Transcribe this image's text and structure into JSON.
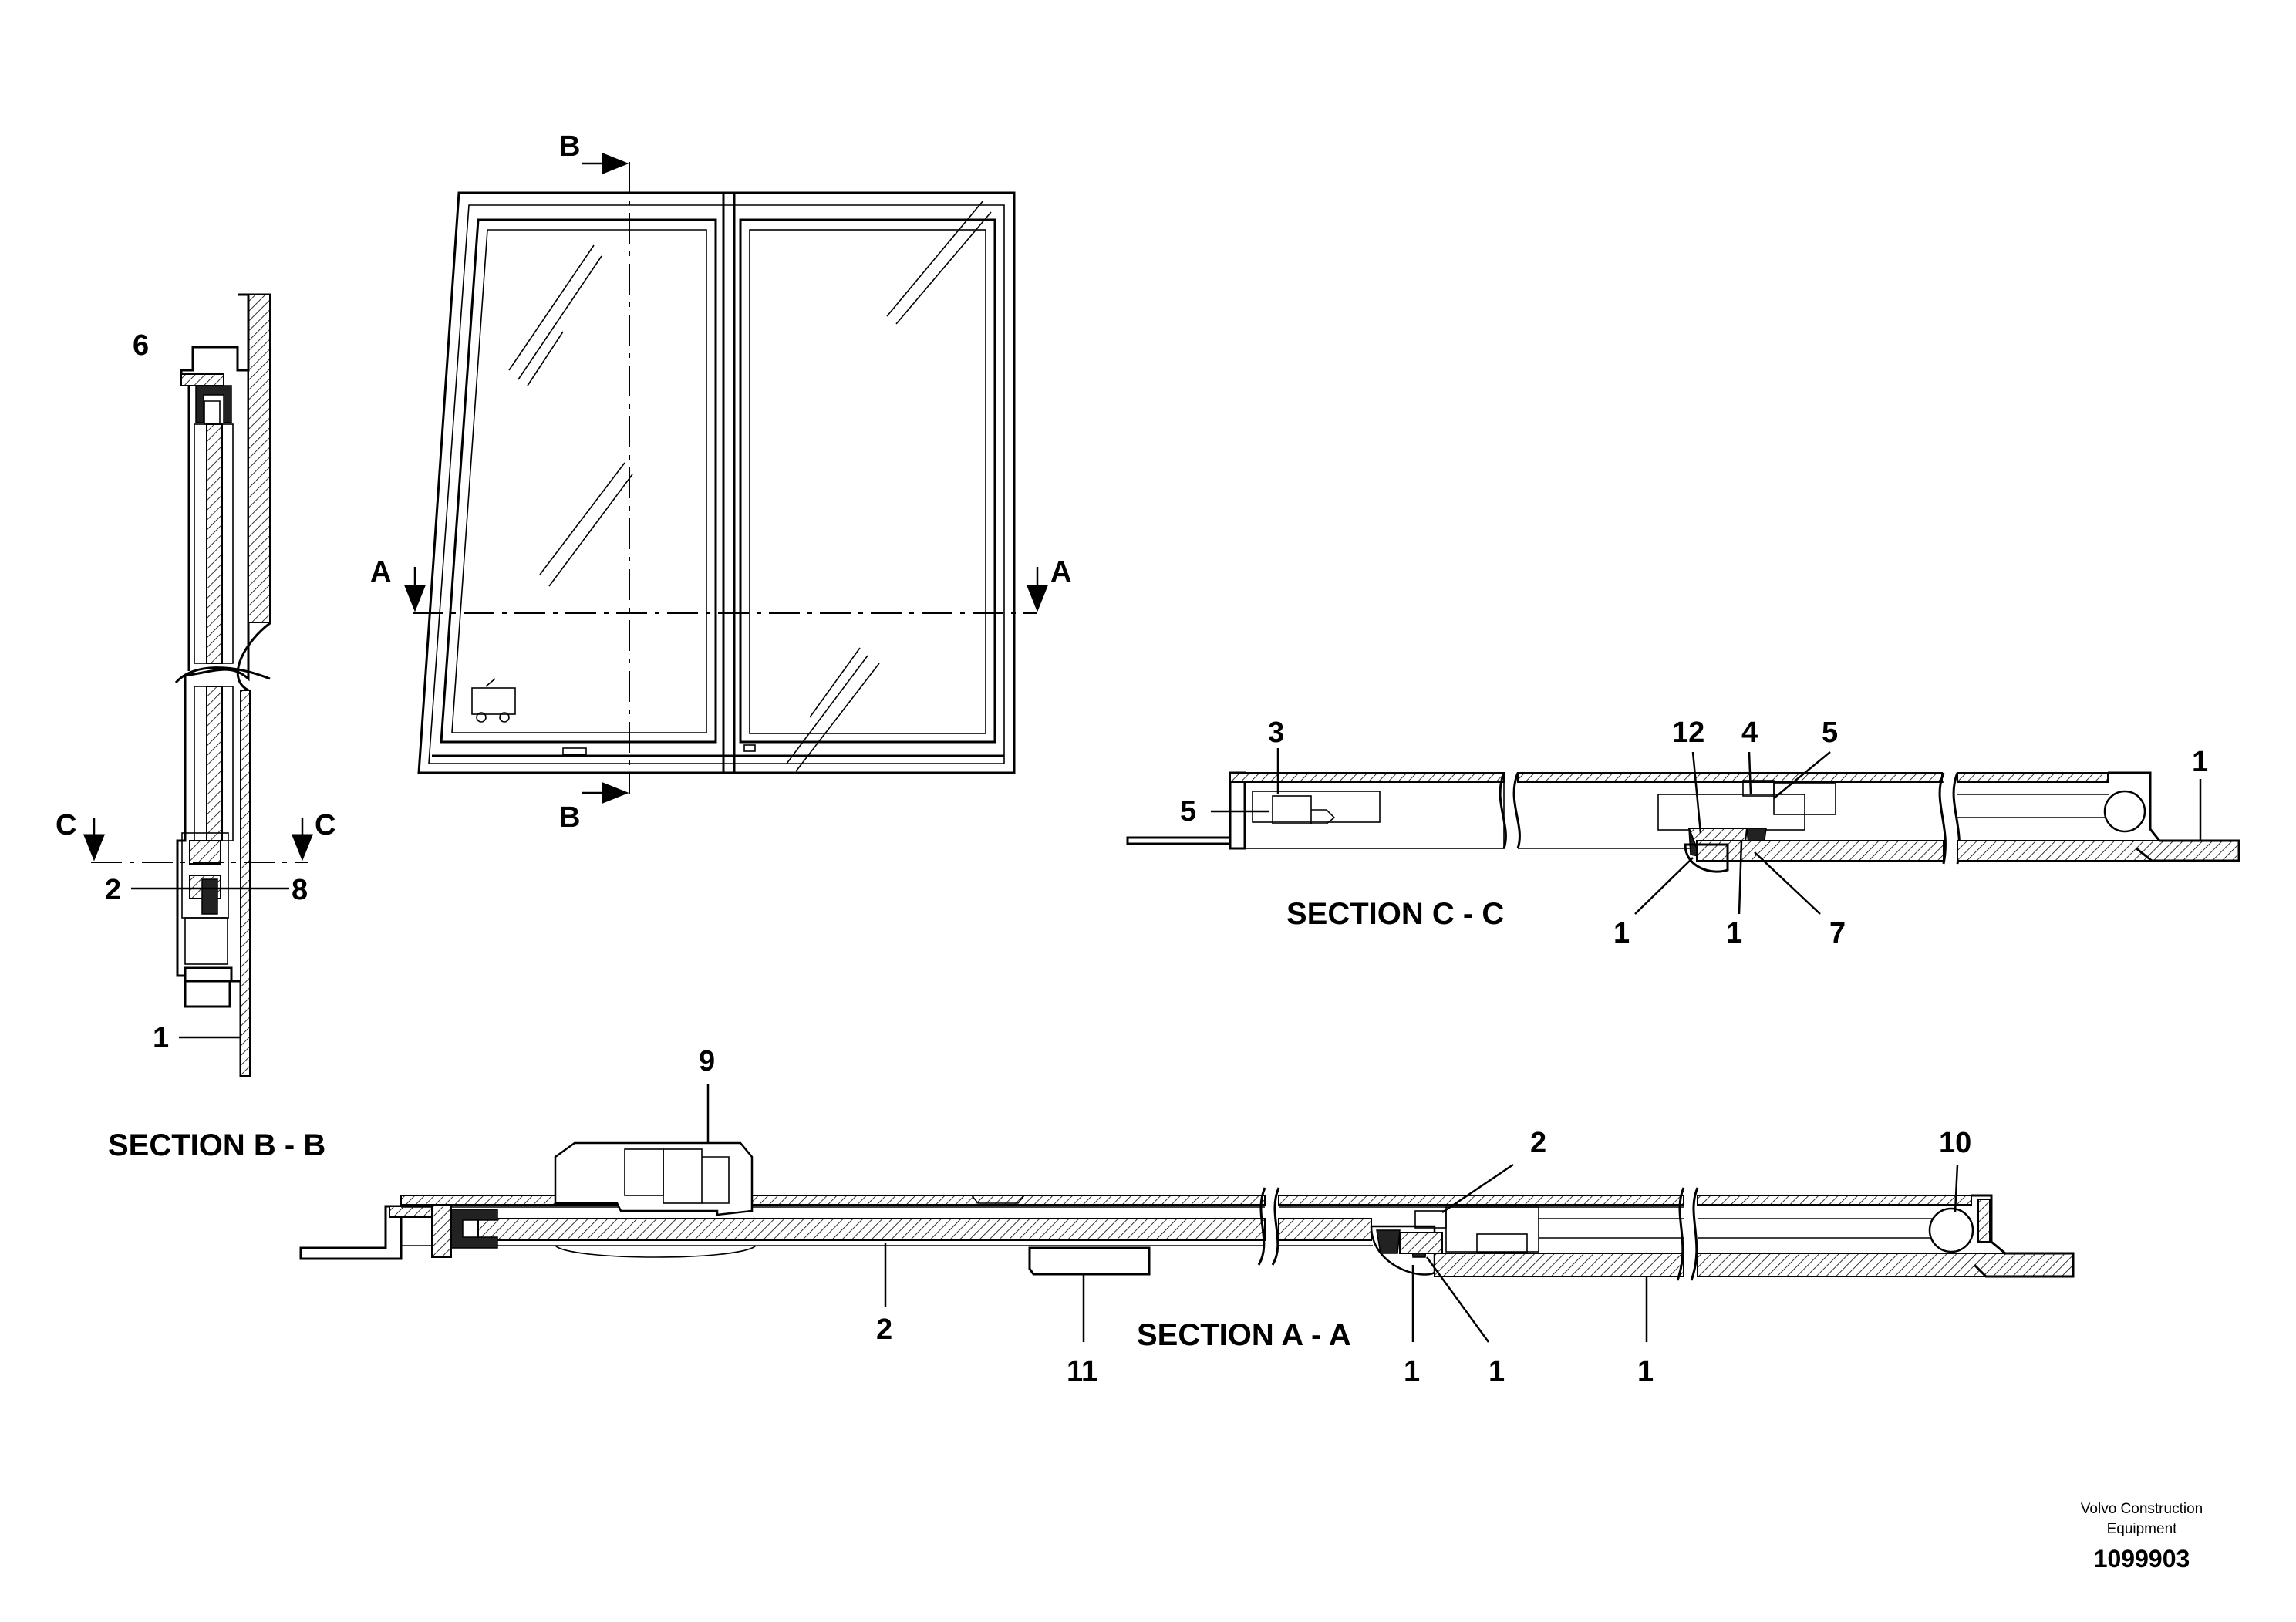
{
  "sections": {
    "a": "SECTION A - A",
    "b": "SECTION B - B",
    "c": "SECTION C - C"
  },
  "cut_letters": {
    "a": "A",
    "b": "B",
    "c": "C"
  },
  "callouts": {
    "b_6": "6",
    "b_2": "2",
    "b_8": "8",
    "b_1": "1",
    "c_3": "3",
    "c_12": "12",
    "c_4": "4",
    "c_5_top": "5",
    "c_5_left": "5",
    "c_1_right": "1",
    "c_1_left": "1",
    "c_1_mid": "1",
    "c_7": "7",
    "a_9": "9",
    "a_2_top": "2",
    "a_10": "10",
    "a_2_bottom": "2",
    "a_11": "11",
    "a_1_left": "1",
    "a_1_mid": "1",
    "a_1_right": "1"
  },
  "brand": {
    "line1": "Volvo Construction",
    "line2": "Equipment",
    "number": "1099903"
  }
}
